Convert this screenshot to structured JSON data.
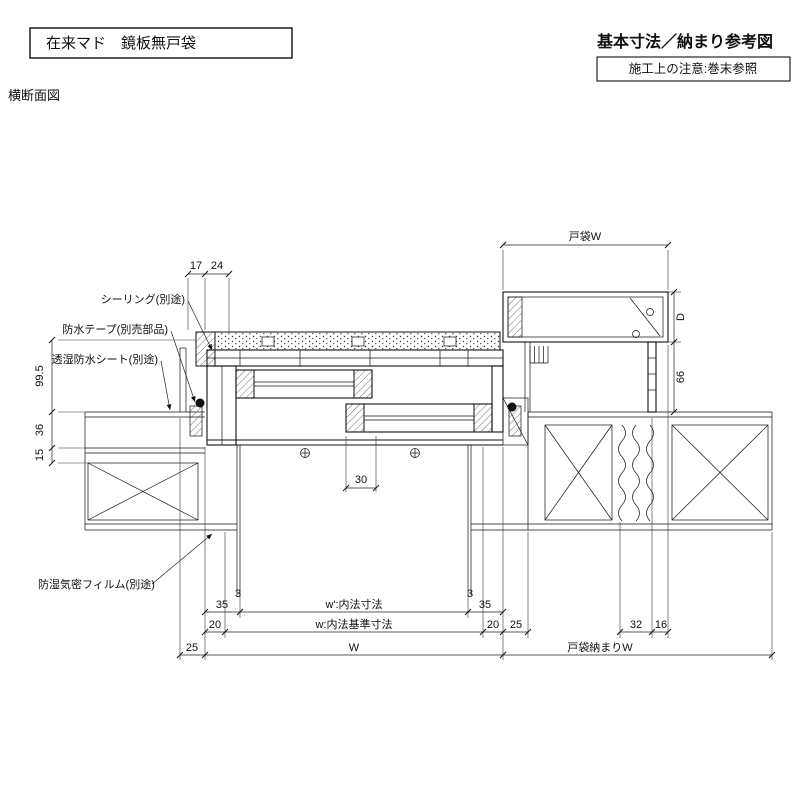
{
  "labels": {
    "title": "在来マド　鏡板無戸袋",
    "heading": "基本寸法／納まり参考図",
    "note": "施工上の注意:巻末参照",
    "view": "横断面図",
    "ann_sealing": "シーリング(別途)",
    "ann_tape": "防水テープ(別売部品)",
    "ann_sheet": "透湿防水シート(別途)",
    "ann_film": "防湿気密フィルム(別途)"
  },
  "dims": {
    "d17": "17",
    "d24": "24",
    "pocketW": "戸袋W",
    "dD": "D",
    "d66": "66",
    "d995": "99.5",
    "d36": "36",
    "d15": "15",
    "d30": "30",
    "d3L": "3",
    "d3R": "3",
    "d35L": "35",
    "d35R": "35",
    "d20L": "20",
    "d20R": "20",
    "d25L": "25",
    "d25R": "25",
    "wInner": "w':内法寸法",
    "wBase": "w:内法基準寸法",
    "wTotal": "W",
    "d32": "32",
    "d16": "16",
    "pocketFitW": "戸袋納まりW"
  }
}
